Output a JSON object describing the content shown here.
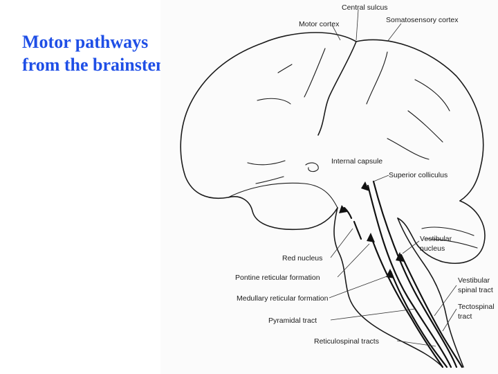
{
  "title": {
    "line1": "Motor pathways",
    "line2": "from the brainstem"
  },
  "labels": {
    "central_sulcus": "Central sulcus",
    "motor_cortex": "Motor cortex",
    "somatosensory_cortex": "Somatosensory cortex",
    "internal_capsule": "Internal capsule",
    "superior_colliculus": "Superior colliculus",
    "vestibular_nucleus_1": "Vestibular",
    "vestibular_nucleus_2": "nucleus",
    "red_nucleus": "Red nucleus",
    "pontine_reticular_formation": "Pontine reticular formation",
    "vestibular_spinal_tract_1": "Vestibular",
    "vestibular_spinal_tract_2": "spinal tract",
    "medullary_reticular_formation": "Medullary reticular formation",
    "tectospinal_tract_1": "Tectospinal",
    "tectospinal_tract_2": "tract",
    "pyramidal_tract": "Pyramidal tract",
    "reticulospinal_tracts": "Reticulospinal tracts"
  }
}
